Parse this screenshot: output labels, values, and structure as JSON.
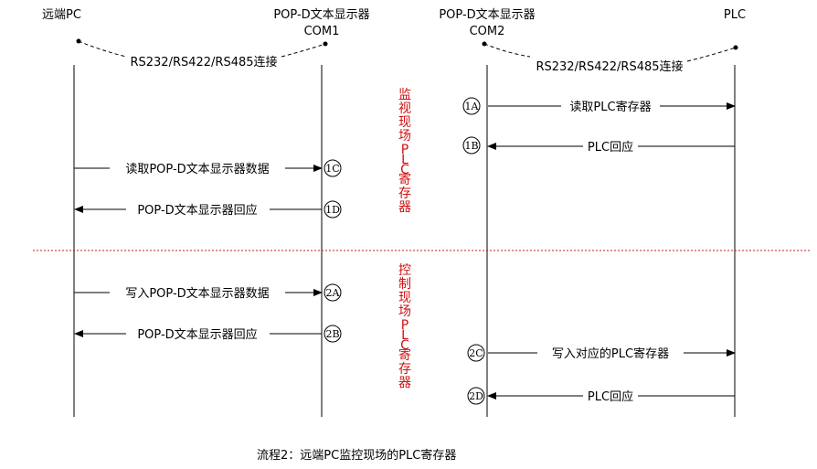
{
  "participants": [
    {
      "id": "pc",
      "title": "远端PC",
      "subtitle": ""
    },
    {
      "id": "com1",
      "title": "POP-D文本显示器",
      "subtitle": "COM1"
    },
    {
      "id": "com2",
      "title": "POP-D文本显示器",
      "subtitle": "COM2"
    },
    {
      "id": "plc",
      "title": "PLC",
      "subtitle": ""
    }
  ],
  "connections": [
    {
      "label": "RS232/RS422/RS485连接"
    },
    {
      "label": "RS232/RS422/RS485连接"
    }
  ],
  "sections": [
    {
      "label": "监视现场PLC寄存器"
    },
    {
      "label": "控制现场PLC寄存器"
    }
  ],
  "messages": [
    {
      "step": "1A",
      "label": "读取PLC寄存器"
    },
    {
      "step": "1B",
      "label": "PLC回应"
    },
    {
      "step": "1C",
      "label": "读取POP-D文本显示器数据"
    },
    {
      "step": "1D",
      "label": "POP-D文本显示器回应"
    },
    {
      "step": "2A",
      "label": "写入POP-D文本显示器数据"
    },
    {
      "step": "2B",
      "label": "POP-D文本显示器回应"
    },
    {
      "step": "2C",
      "label": "写入对应的PLC寄存器"
    },
    {
      "step": "2D",
      "label": "PLC回应"
    }
  ],
  "caption": "流程2：远端PC监控现场的PLC寄存器",
  "colors": {
    "line": "#000000",
    "section": "#d01010",
    "divider": "#c02020"
  }
}
